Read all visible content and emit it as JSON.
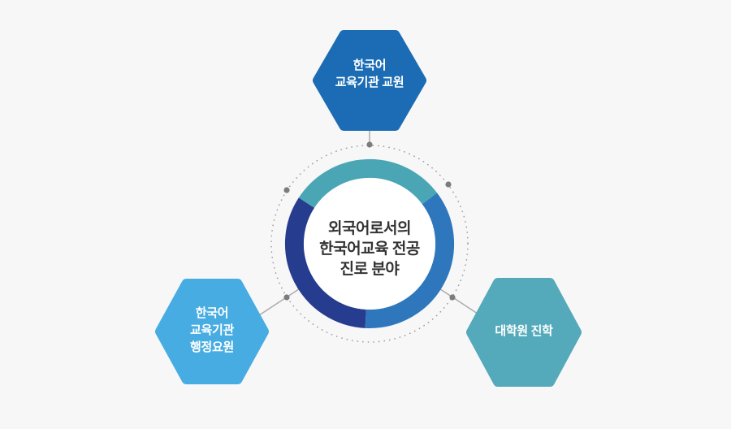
{
  "background": "#f7f7f7",
  "ring": {
    "label": "외국어로서의\n한국어교육 전공\n진로 분야",
    "label_color": "#333333",
    "inner_color": "#ffffff",
    "segments": [
      {
        "name": "top-teal",
        "color": "#4aa6b5"
      },
      {
        "name": "left-navy",
        "color": "#263c8e"
      },
      {
        "name": "right-blue",
        "color": "#2e77bd"
      }
    ]
  },
  "nodes": [
    {
      "id": "top",
      "label": "한국어\n교육기관 교원",
      "color": "#1b6cb4",
      "text_color": "#ffffff"
    },
    {
      "id": "bottom-left",
      "label": "한국어\n교육기관\n행정요원",
      "color": "#47ace2",
      "text_color": "#ffffff"
    },
    {
      "id": "bottom-right",
      "label": "대학원 진학",
      "color": "#54aaba",
      "text_color": "#ffffff"
    }
  ],
  "connectors": {
    "line_color": "#acacac",
    "dot_color": "#7c7c7c",
    "dotted_circle_color": "#9c9c9c"
  }
}
